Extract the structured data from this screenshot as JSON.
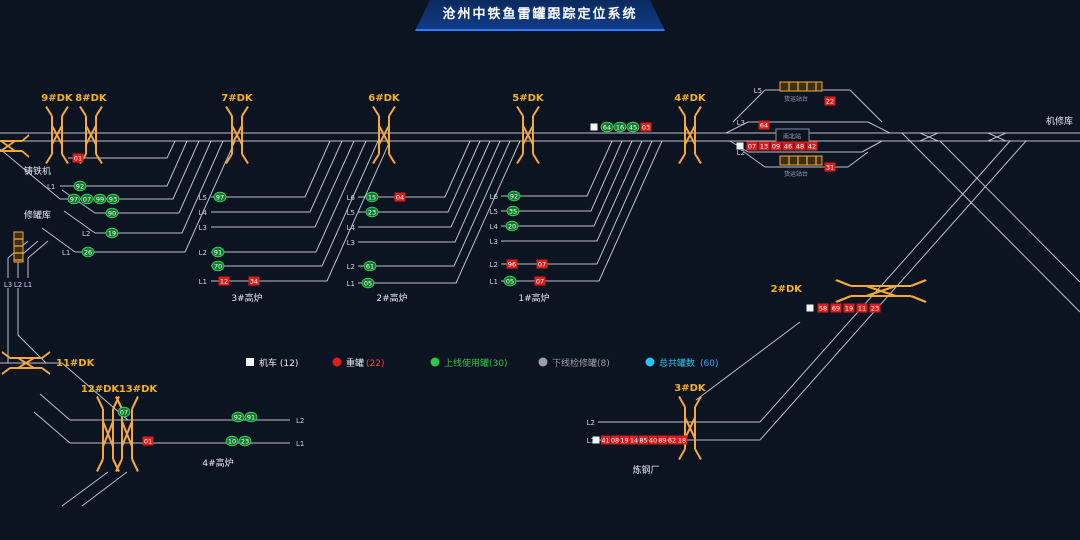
{
  "title": "沧州中铁鱼雷罐跟踪定位系统",
  "dk": {
    "d9": "9#DK",
    "d8": "8#DK",
    "d7": "7#DK",
    "d6": "6#DK",
    "d5": "5#DK",
    "d4": "4#DK",
    "d2": "2#DK",
    "d3": "3#DK",
    "d11": "11#DK",
    "d12": "12#DK",
    "d13": "13#DK"
  },
  "tracks": {
    "L1": "L1",
    "L2": "L2",
    "L3": "L3",
    "L4": "L4",
    "L5": "L5",
    "L6": "L6"
  },
  "areas": {
    "cast_iron": "铸铁机",
    "tank_repair": "修罐库",
    "furnace3": "3#高炉",
    "furnace2": "2#高炉",
    "furnace1": "1#高炉",
    "furnace4": "4#高炉",
    "steel_plant": "炼钢厂",
    "machine_repair": "机修库",
    "station_nb": "南北站",
    "platform1": "货运站台",
    "platform2": "货运站台"
  },
  "legend": {
    "loco": "机车 (12)",
    "heavy": "重罐",
    "heavy_count": "(22)",
    "online": "上线使用罐(30)",
    "offline": "下线检修罐(8)",
    "total": "总共罐数",
    "total_count": "(60)"
  },
  "colors": {
    "heavy_red": "#d81e1e",
    "online_green": "#137a2e",
    "offline_gray": "#6b7280",
    "total_cyan": "#29c5f2",
    "dk_yellow": "#f5a93c"
  },
  "rows": {
    "cast_iron_top": {
      "items": [
        {
          "t": "01",
          "c": "red"
        }
      ]
    },
    "left_r1": {
      "items": [
        {
          "t": "92",
          "c": "green"
        }
      ]
    },
    "left_r2": {
      "items": [
        {
          "t": "97",
          "c": "green"
        },
        {
          "t": "07",
          "c": "green"
        },
        {
          "t": "99",
          "c": "green"
        },
        {
          "t": "93",
          "c": "green"
        }
      ]
    },
    "left_r3": {
      "items": [
        {
          "t": "90",
          "c": "green"
        }
      ]
    },
    "left_r4": {
      "items": [
        {
          "t": "19",
          "c": "green"
        }
      ]
    },
    "left_r5": {
      "items": [
        {
          "t": "26",
          "c": "green"
        }
      ]
    },
    "f3_l5": {
      "items": [
        {
          "t": "97",
          "c": "green"
        }
      ]
    },
    "f3_l2": {
      "items": [
        {
          "t": "91",
          "c": "green"
        }
      ]
    },
    "f3_mid": {
      "items": [
        {
          "t": "70",
          "c": "green"
        }
      ]
    },
    "f3_l1": {
      "items": [
        {
          "t": "12",
          "c": "red"
        },
        {
          "t": "34",
          "c": "red"
        }
      ]
    },
    "f2_l6": {
      "items": [
        {
          "t": "15",
          "c": "green"
        },
        {
          "t": "04",
          "c": "red"
        }
      ]
    },
    "f2_l5": {
      "items": [
        {
          "t": "23",
          "c": "green"
        }
      ]
    },
    "f2_l2": {
      "items": [
        {
          "t": "61",
          "c": "green"
        }
      ]
    },
    "f2_l1": {
      "items": [
        {
          "t": "05",
          "c": "green"
        }
      ]
    },
    "f1_l6": {
      "items": [
        {
          "t": "92",
          "c": "green"
        }
      ]
    },
    "f1_l5": {
      "items": [
        {
          "t": "35",
          "c": "green"
        }
      ]
    },
    "f1_l4": {
      "items": [
        {
          "t": "20",
          "c": "green"
        }
      ]
    },
    "f1_l2": {
      "items": [
        {
          "t": "96",
          "c": "red"
        },
        {
          "t": "07",
          "c": "red"
        }
      ]
    },
    "f1_l1": {
      "items": [
        {
          "t": "05",
          "c": "green"
        },
        {
          "t": "07",
          "c": "red"
        }
      ]
    },
    "main_mid": {
      "items": [
        {
          "t": "",
          "c": "loco"
        },
        {
          "t": "64",
          "c": "green"
        },
        {
          "t": "16",
          "c": "green"
        },
        {
          "t": "45",
          "c": "green"
        },
        {
          "t": "03",
          "c": "red"
        }
      ]
    },
    "l3_spot": {
      "items": [
        {
          "t": "64",
          "c": "red"
        }
      ]
    },
    "station_row": {
      "items": [
        {
          "t": "",
          "c": "loco"
        },
        {
          "t": "07",
          "c": "red"
        },
        {
          "t": "13",
          "c": "red"
        },
        {
          "t": "09",
          "c": "red"
        },
        {
          "t": "46",
          "c": "red"
        },
        {
          "t": "48",
          "c": "red"
        },
        {
          "t": "42",
          "c": "red"
        }
      ]
    },
    "plat_top_spot": {
      "items": [
        {
          "t": "22",
          "c": "red"
        }
      ]
    },
    "plat_bot_spot": {
      "items": [
        {
          "t": "31",
          "c": "red"
        }
      ]
    },
    "dk2_row": {
      "items": [
        {
          "t": "",
          "c": "loco"
        },
        {
          "t": "58",
          "c": "red"
        },
        {
          "t": "69",
          "c": "red"
        },
        {
          "t": "19",
          "c": "red"
        },
        {
          "t": "11",
          "c": "red"
        },
        {
          "t": "23",
          "c": "red"
        }
      ]
    },
    "steel_row": {
      "items": [
        {
          "t": "",
          "c": "loco"
        },
        {
          "t": "41",
          "c": "red"
        },
        {
          "t": "08",
          "c": "red"
        },
        {
          "t": "19",
          "c": "red"
        },
        {
          "t": "14",
          "c": "red"
        },
        {
          "t": "85",
          "c": "red"
        },
        {
          "t": "40",
          "c": "red"
        },
        {
          "t": "89",
          "c": "red"
        },
        {
          "t": "62",
          "c": "red"
        }
      ]
    },
    "steel_spot": {
      "items": [
        {
          "t": "18",
          "c": "red"
        }
      ]
    },
    "f4_l2": {
      "items": [
        {
          "t": "92",
          "c": "green"
        },
        {
          "t": "91",
          "c": "green"
        }
      ]
    },
    "f4_cross": {
      "items": [
        {
          "t": "07",
          "c": "green"
        }
      ]
    },
    "f4_l1a": {
      "items": [
        {
          "t": "01",
          "c": "red"
        }
      ]
    },
    "f4_l1b": {
      "items": [
        {
          "t": "10",
          "c": "green"
        },
        {
          "t": "23",
          "c": "green"
        }
      ]
    }
  }
}
